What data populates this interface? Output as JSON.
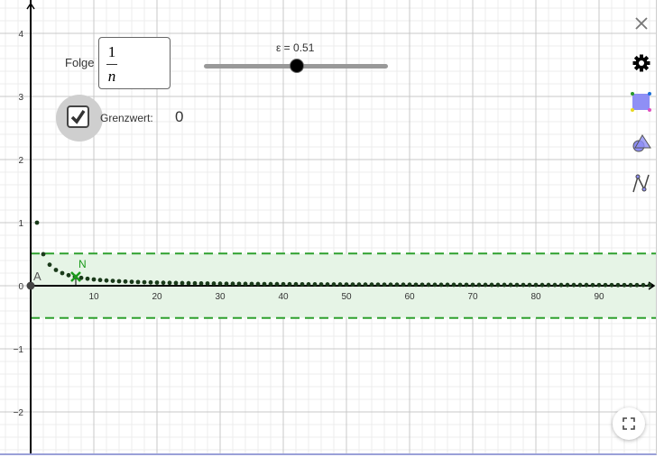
{
  "sequence": {
    "label": "Folge",
    "numerator": "1",
    "denominator": "n",
    "n_max": 100
  },
  "epsilon": {
    "label": "ε = 0.51",
    "value": 0.51,
    "min": 0,
    "max": 1
  },
  "limit": {
    "label": "Grenzwert:",
    "value": "0",
    "checked": true
  },
  "points": {
    "A": "A",
    "N": "N",
    "N_index": 7
  },
  "axes": {
    "x_ticks": [
      "10",
      "20",
      "30",
      "40",
      "50",
      "60",
      "70",
      "80",
      "90"
    ],
    "y_ticks": [
      "4",
      "3",
      "2",
      "1",
      "0",
      "−1",
      "−2"
    ]
  },
  "toolbar": [
    "close",
    "settings",
    "graphics-view",
    "shapes",
    "function"
  ],
  "colors": {
    "band": "#2ea02e",
    "band_fill": "#e6f4e6",
    "points": "#1a3a1a"
  }
}
